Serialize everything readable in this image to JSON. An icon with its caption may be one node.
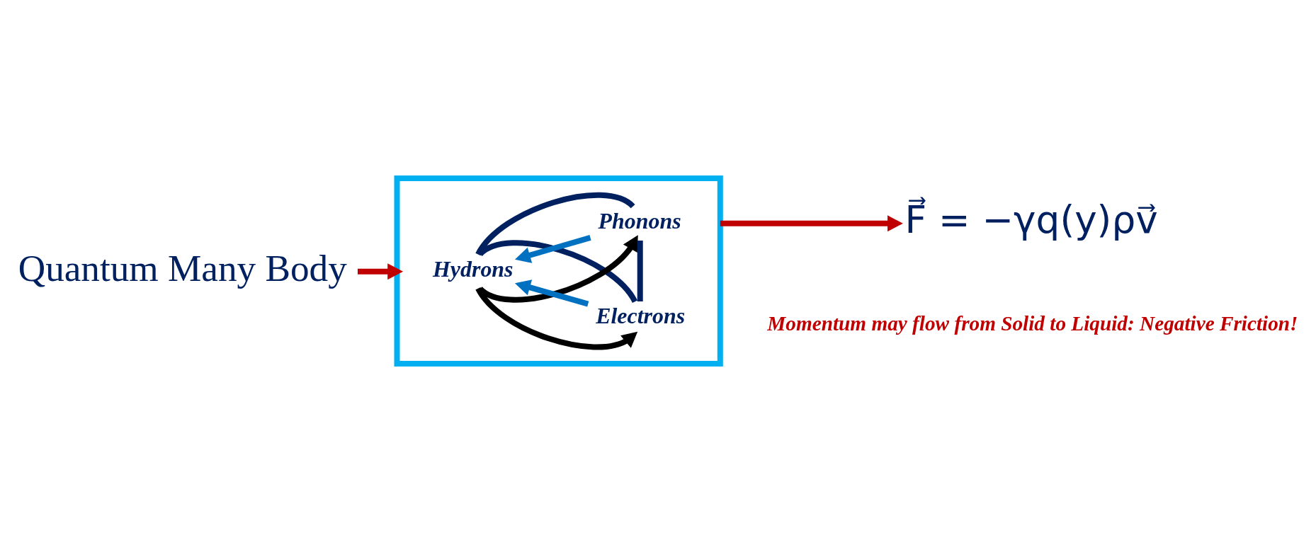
{
  "diagram": {
    "nodes": [
      {
        "text": [
          "Quantum Many Body"
        ]
      },
      {
        "text": [],
        "shape": "box"
      },
      {
        "text": [
          "Hydrons"
        ],
        "in": 1
      },
      {
        "text": [
          "Electrons"
        ],
        "in": 1
      },
      {
        "text": [
          "Phonons"
        ],
        "in": 1
      },
      {
        "text": [
          "F⃗ = −γq(y)ρv⃗"
        ]
      }
    ],
    "edges": [
      {
        "from": 0,
        "to": 1,
        "arrow": "to",
        "color": "#c00000"
      },
      {
        "from": 1,
        "to": 5,
        "arrow": "to",
        "color": "#c00000"
      },
      {
        "from": 3,
        "to": 2,
        "arrow": "to",
        "color": "#0070c0"
      },
      {
        "from": 2,
        "to": 3,
        "arrow": "to",
        "color": "#000000"
      },
      {
        "from": 2,
        "to": 4,
        "arrow": "to",
        "color": "#000000"
      },
      {
        "from": 4,
        "to": 2,
        "arrow": "to",
        "color": "#0070c0"
      },
      {
        "from": 2,
        "to": 3,
        "arrow": "none"
      },
      {
        "from": 2,
        "to": 4,
        "arrow": "none"
      },
      {
        "from": 3,
        "to": 4,
        "arrow": "none"
      }
    ],
    "labels": [
      "Momentum may flow from Solid to Liquid: Negative Friction!"
    ]
  }
}
